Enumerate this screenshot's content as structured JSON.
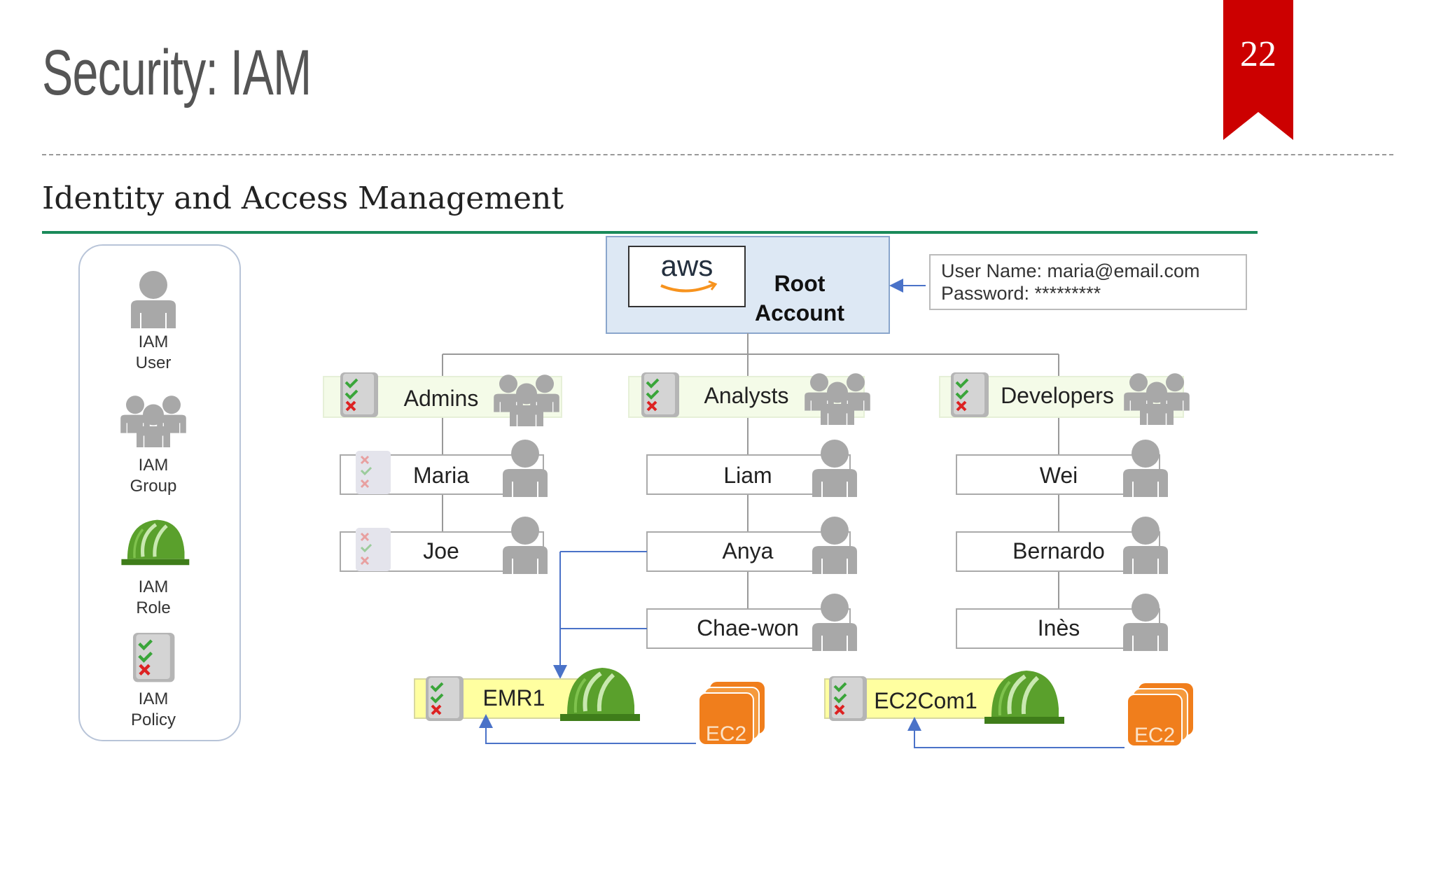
{
  "slide": {
    "title": "Security: IAM",
    "page_number": "22",
    "subtitle": "Identity and Access Management",
    "colors": {
      "ribbon": "#cc0000",
      "underline": "#1a8a5a",
      "title": "#555555"
    }
  },
  "legend": {
    "user": [
      "IAM",
      "User"
    ],
    "group": [
      "IAM",
      "Group"
    ],
    "role": [
      "IAM",
      "Role"
    ],
    "policy": [
      "IAM",
      "Policy"
    ]
  },
  "root": {
    "logo": "aws",
    "label": [
      "Root",
      "Account"
    ],
    "credentials": {
      "line1": "User Name: maria@email.com",
      "line2": "Password: *********"
    }
  },
  "groups": {
    "admins": "Admins",
    "analysts": "Analysts",
    "developers": "Developers"
  },
  "users": {
    "maria": "Maria",
    "joe": "Joe",
    "liam": "Liam",
    "anya": "Anya",
    "chaewon": "Chae-won",
    "wei": "Wei",
    "bernardo": "Bernardo",
    "ines": "Inès"
  },
  "roles": {
    "emr": "EMR1",
    "ec2com": "EC2Com1"
  },
  "instances": {
    "ec2_a": "EC2",
    "ec2_b": "EC2"
  }
}
